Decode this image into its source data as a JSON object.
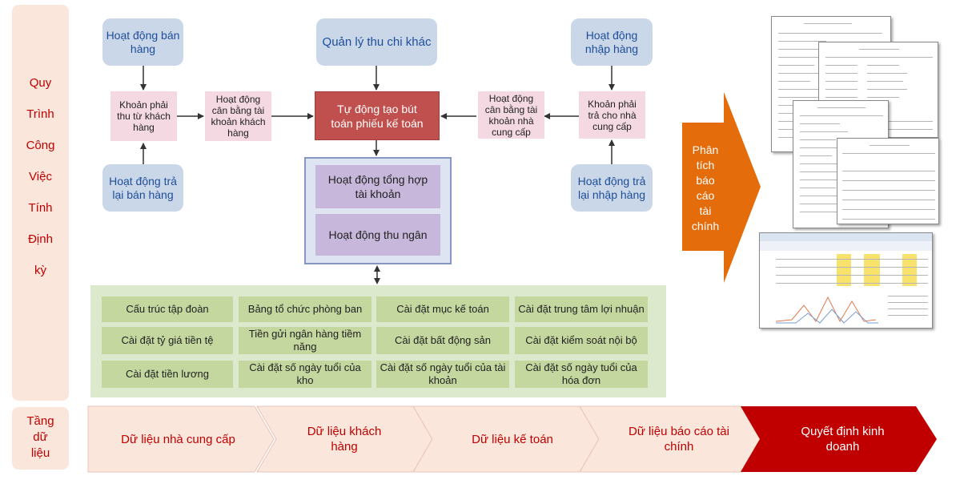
{
  "sidebar": {
    "process_words": [
      "Quy",
      "Trình",
      "Công",
      "Việc",
      "Tính",
      "Định",
      "kỳ"
    ],
    "data_layer": [
      "Tầng",
      "dữ",
      "liệu"
    ]
  },
  "top_boxes": {
    "sales": "Hoạt động bán hàng",
    "other_income": "Quản lý thu chi khác",
    "purchase": "Hoạt động nhập hàng",
    "sales_return": "Hoạt động trả lại bán hàng",
    "purchase_return": "Hoạt động trả lại nhập hàng"
  },
  "pink_boxes": {
    "receivable": "Khoản phải thu từ khách hàng",
    "customer_balance": "Hoạt động cân bằng tài khoản khách hàng",
    "supplier_balance": "Hoạt động cân bằng tài khoản nhà cung cấp",
    "payable": "Khoản phải trả cho nhà cung cấp"
  },
  "center": {
    "auto_voucher": "Tự động tạo bút toán phiếu kế toán",
    "account_summary": "Hoạt động tổng hợp tài khoản",
    "cashier": "Hoạt động thu ngân"
  },
  "settings": [
    "Cấu trúc tập đoàn",
    "Bảng tổ chức phòng ban",
    "Cài đặt mục kế toán",
    "Cài đặt trung tâm lợi nhuận",
    "Cài đặt tỷ giá tiền tệ",
    "Tiền gửi ngân hàng tiềm năng",
    "Cài đặt bất động sản",
    "Cài đặt kiểm soát nội bộ",
    "Cài đặt tiền lương",
    "Cài đặt số ngày tuổi của kho",
    "Cài đặt số ngày tuổi của tài khoản",
    "Cài đặt số ngày tuổi của hóa đơn"
  ],
  "analysis_arrow": [
    "Phân",
    "tích",
    "báo",
    "cáo",
    "tài",
    "chính"
  ],
  "data_flow": [
    "Dữ liệu nhà cung cấp",
    "Dữ liệu khách hàng",
    "Dữ liệu kế toán",
    "Dữ liệu báo cáo tài chính",
    "Quyết định kinh doanh"
  ],
  "colors": {
    "red_text": "#c00000",
    "blue_box": "#c9d7e8",
    "pink_box": "#f4d9e2",
    "red_box": "#c0504d",
    "orange_arrow": "#e46c0a",
    "green_box": "#c3d79f",
    "chevron_fill": "#fbe6dc",
    "decision_fill": "#c00000"
  }
}
